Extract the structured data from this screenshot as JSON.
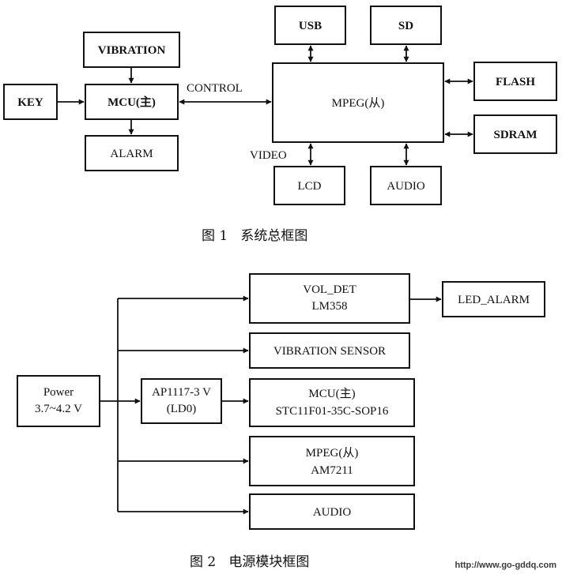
{
  "figure1": {
    "boxes": {
      "usb": "USB",
      "sd": "SD",
      "vibration": "VIBRATION",
      "key": "KEY",
      "mcu": "MCU(主)",
      "mpeg": "MPEG(从)",
      "flash": "FLASH",
      "sdram": "SDRAM",
      "alarm": "ALARM",
      "lcd": "LCD",
      "audio": "AUDIO"
    },
    "labels": {
      "control": "CONTROL",
      "video": "VIDEO"
    },
    "caption": "图 1   系统总框图"
  },
  "figure2": {
    "boxes": {
      "power_l1": "Power",
      "power_l2": "3.7~4.2 V",
      "ldo_l1": "AP1117-3 V",
      "ldo_l2": "(LD0)",
      "voldet_l1": "VOL_DET",
      "voldet_l2": "LM358",
      "led_alarm": "LED_ALARM",
      "vib_sensor": "VIBRATION SENSOR",
      "mcu_l1": "MCU(主)",
      "mcu_l2": "STC11F01-35C-SOP16",
      "mpeg_l1": "MPEG(从)",
      "mpeg_l2": "AM7211",
      "audio": "AUDIO"
    },
    "caption": "图 2   电源模块框图"
  },
  "watermark": "http://www.go-gddq.com"
}
